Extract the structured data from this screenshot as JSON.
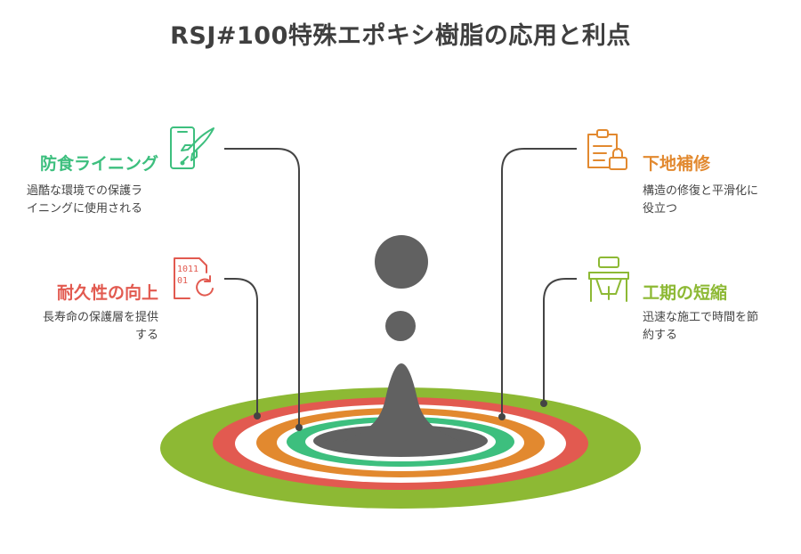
{
  "title": "RSJ#100特殊エポキシ樹脂の応用と利点",
  "colors": {
    "green": "#3dbf7e",
    "red": "#e25a50",
    "orange": "#e2892f",
    "lime": "#8db934",
    "gray": "#616161"
  },
  "items": [
    {
      "heading": "防食ライニング",
      "desc1": "過酷な環境での保護ラ",
      "desc2": "イニングに使用される",
      "color": "#3dbf7e",
      "icon": "phone-rocket-icon"
    },
    {
      "heading": "耐久性の向上",
      "desc1": "長寿命の保護層を提供",
      "desc2": "する",
      "color": "#e25a50",
      "icon": "binary-document-refresh-icon"
    },
    {
      "heading": "下地補修",
      "desc1": "構造の修復と平滑化に",
      "desc2": "役立つ",
      "color": "#e2892f",
      "icon": "clipboard-lock-icon"
    },
    {
      "heading": "工期の短縮",
      "desc1": "迅速な施工で時間を節",
      "desc2": "約する",
      "color": "#8db934",
      "icon": "workstation-icon"
    }
  ]
}
